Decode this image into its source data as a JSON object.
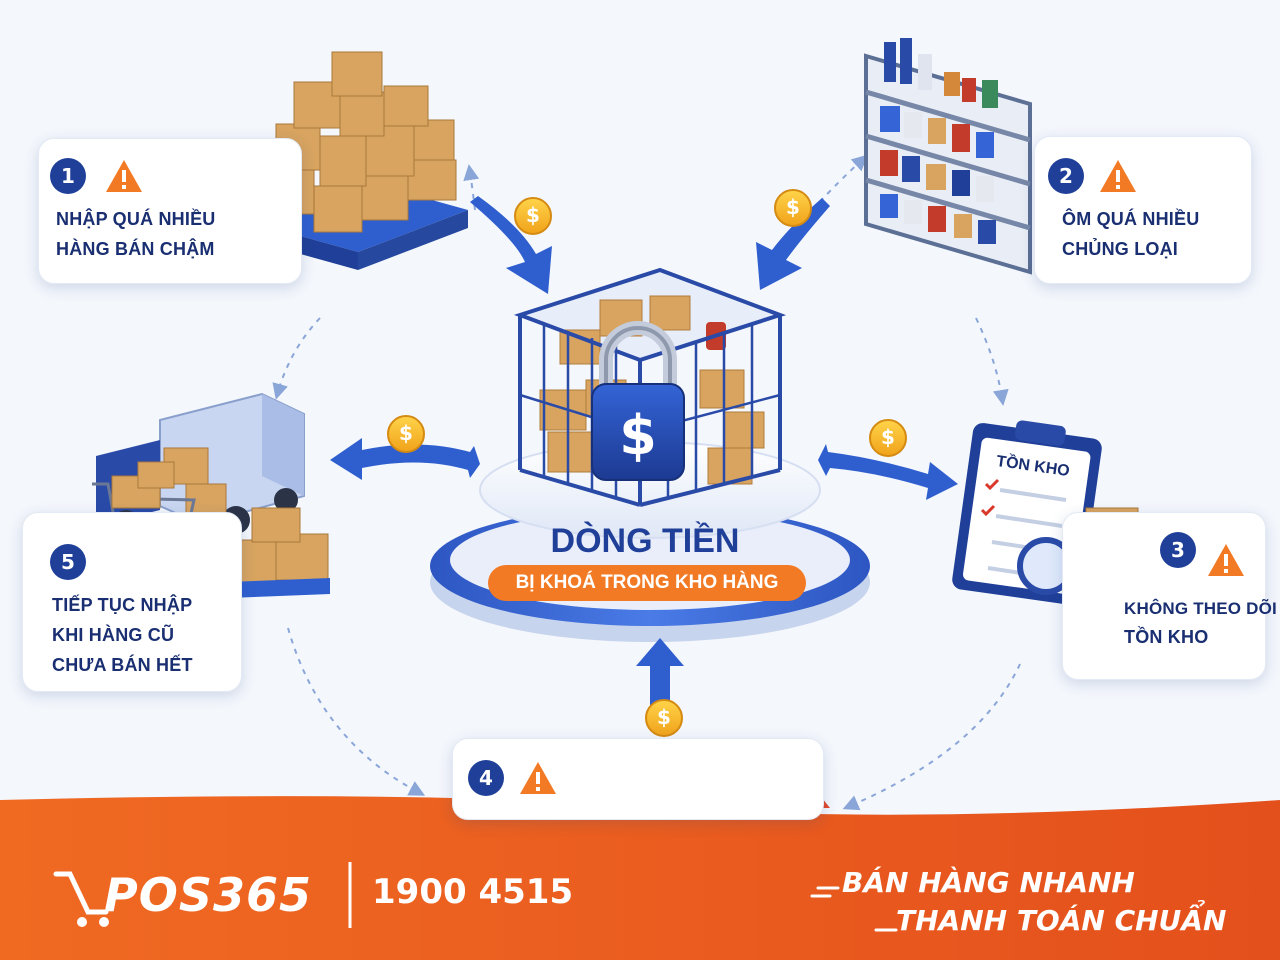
{
  "center": {
    "title": "DÒNG TIỀN",
    "subtitle": "BỊ KHOÁ TRONG KHO HÀNG",
    "lock_symbol": "$"
  },
  "steps": [
    {
      "number": "1",
      "icon": "warning-icon",
      "lines": [
        "NHẬP QUÁ NHIỀU",
        "HÀNG BÁN CHẬM"
      ]
    },
    {
      "number": "2",
      "icon": "warning-icon",
      "lines": [
        "ÔM QUÁ NHIỀU",
        "CHỦNG LOẠI"
      ]
    },
    {
      "number": "3",
      "icon": "warning-icon",
      "lines": [
        "KHÔNG THEO DÕI",
        "TỒN KHO"
      ]
    },
    {
      "number": "4",
      "icon": "warning-icon",
      "lines": []
    },
    {
      "number": "5",
      "icon": "warning-icon",
      "lines": [
        "TIẾP TỤC NHẬP",
        "KHI HÀNG CŨ",
        "CHƯA BÁN HẾT"
      ]
    }
  ],
  "clipboard_title": "TỒN KHO",
  "coin_symbol": "$",
  "footer": {
    "brand": "POS365",
    "phone": "1900 4515",
    "slogan_line1": "BÁN HÀNG NHANH",
    "slogan_line2": "THANH TOÁN CHUẨN"
  },
  "colors": {
    "navy": "#1f3f98",
    "orange": "#f27a25",
    "footer": "#e9581f",
    "box": "#d8a460"
  }
}
